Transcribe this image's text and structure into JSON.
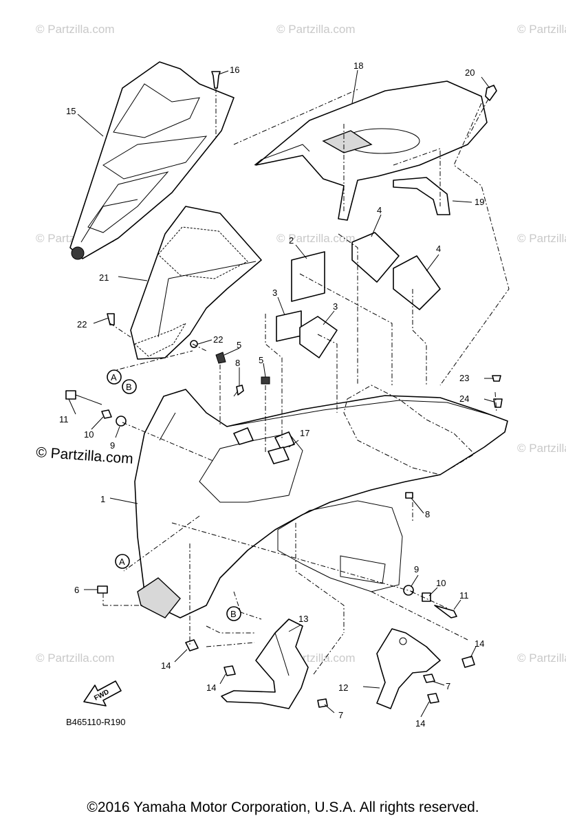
{
  "watermarks": {
    "small": "© Partzilla.com",
    "large": "© Partzilla.com"
  },
  "diagram_code": "B465110-R190",
  "fwd_label": "FWD",
  "copyright": "©2016  Yamaha Motor Corporation, U.S.A. All rights reserved.",
  "callouts": {
    "c1": "1",
    "c2": "2",
    "c3a": "3",
    "c3b": "3",
    "c4a": "4",
    "c4b": "4",
    "c5a": "5",
    "c5b": "5",
    "c6": "6",
    "c7a": "7",
    "c7b": "7",
    "c8a": "8",
    "c8b": "8",
    "c9a": "9",
    "c9b": "9",
    "c10a": "10",
    "c10b": "10",
    "c11a": "11",
    "c11b": "11",
    "c12": "12",
    "c13": "13",
    "c14a": "14",
    "c14b": "14",
    "c14c": "14",
    "c14d": "14",
    "c15": "15",
    "c16": "16",
    "c17": "17",
    "c18": "18",
    "c19": "19",
    "c20": "20",
    "c21": "21",
    "c22a": "22",
    "c22b": "22",
    "c23": "23",
    "c24": "24"
  },
  "ref_marks": {
    "a1": "A",
    "b1": "B",
    "a2": "A",
    "b2": "B"
  }
}
